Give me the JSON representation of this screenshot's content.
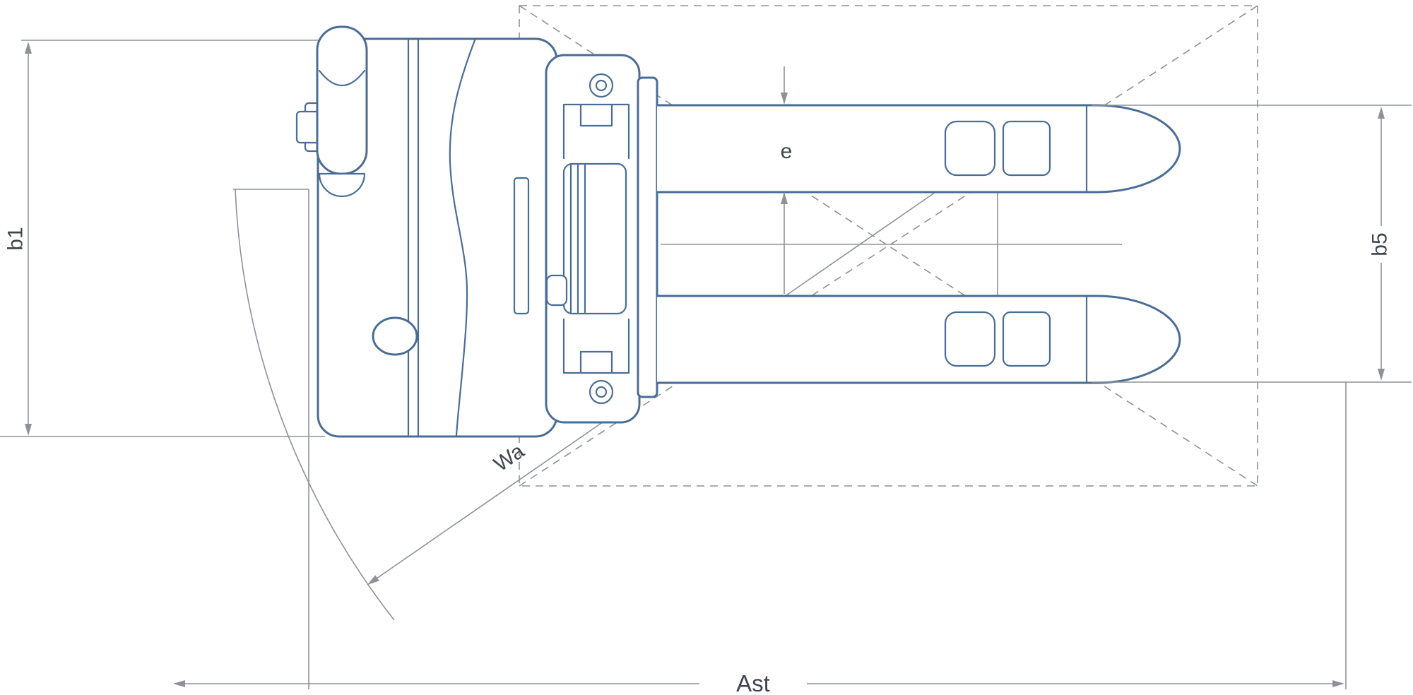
{
  "diagram": {
    "labels": {
      "b1": "b1",
      "e": "e",
      "b5": "b5",
      "wa": "Wa",
      "ast": "Ast"
    },
    "colors": {
      "drawing": "#4a6d96",
      "dimension": "#8d9299",
      "label_text": "#40454e",
      "background": "#ffffff"
    }
  }
}
